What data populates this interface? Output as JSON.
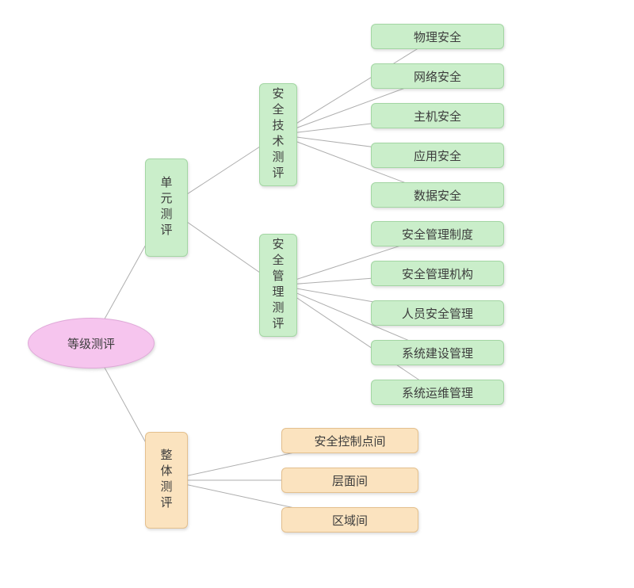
{
  "diagram": {
    "root": {
      "label": "等级测评"
    },
    "unit": {
      "label": "单元测评"
    },
    "tech": {
      "label": "安全技术测评",
      "leaves": [
        "物理安全",
        "网络安全",
        "主机安全",
        "应用安全",
        "数据安全"
      ]
    },
    "mgmt": {
      "label": "安全管理测评",
      "leaves": [
        "安全管理制度",
        "安全管理机构",
        "人员安全管理",
        "系统建设管理",
        "系统运维管理"
      ]
    },
    "overall": {
      "label": "整体测评",
      "leaves": [
        "安全控制点间",
        "层面间",
        "区域间"
      ]
    },
    "colors": {
      "root_fill": "#f6c5ee",
      "root_border": "#dfa8d8",
      "green_fill": "#caeeca",
      "green_border": "#a3d6a3",
      "orange_fill": "#fbe3bf",
      "orange_border": "#e4c08e",
      "line": "#aeaeae"
    }
  }
}
